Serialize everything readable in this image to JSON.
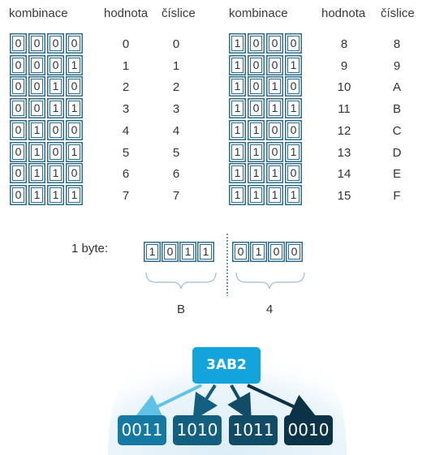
{
  "table": {
    "left": {
      "headers": {
        "combination": "kombinace",
        "value": "hodnota",
        "digit": "číslice"
      },
      "rows": [
        {
          "bits": [
            "0",
            "0",
            "0",
            "0"
          ],
          "value": "0",
          "digit": "0"
        },
        {
          "bits": [
            "0",
            "0",
            "0",
            "1"
          ],
          "value": "1",
          "digit": "1"
        },
        {
          "bits": [
            "0",
            "0",
            "1",
            "0"
          ],
          "value": "2",
          "digit": "2"
        },
        {
          "bits": [
            "0",
            "0",
            "1",
            "1"
          ],
          "value": "3",
          "digit": "3"
        },
        {
          "bits": [
            "0",
            "1",
            "0",
            "0"
          ],
          "value": "4",
          "digit": "4"
        },
        {
          "bits": [
            "0",
            "1",
            "0",
            "1"
          ],
          "value": "5",
          "digit": "5"
        },
        {
          "bits": [
            "0",
            "1",
            "1",
            "0"
          ],
          "value": "6",
          "digit": "6"
        },
        {
          "bits": [
            "0",
            "1",
            "1",
            "1"
          ],
          "value": "7",
          "digit": "7"
        }
      ]
    },
    "right": {
      "headers": {
        "combination": "kombinace",
        "value": "hodnota",
        "digit": "číslice"
      },
      "rows": [
        {
          "bits": [
            "1",
            "0",
            "0",
            "0"
          ],
          "value": "8",
          "digit": "8"
        },
        {
          "bits": [
            "1",
            "0",
            "0",
            "1"
          ],
          "value": "9",
          "digit": "9"
        },
        {
          "bits": [
            "1",
            "0",
            "1",
            "0"
          ],
          "value": "10",
          "digit": "A"
        },
        {
          "bits": [
            "1",
            "0",
            "1",
            "1"
          ],
          "value": "11",
          "digit": "B"
        },
        {
          "bits": [
            "1",
            "1",
            "0",
            "0"
          ],
          "value": "12",
          "digit": "C"
        },
        {
          "bits": [
            "1",
            "1",
            "0",
            "1"
          ],
          "value": "13",
          "digit": "D"
        },
        {
          "bits": [
            "1",
            "1",
            "1",
            "0"
          ],
          "value": "14",
          "digit": "E"
        },
        {
          "bits": [
            "1",
            "1",
            "1",
            "1"
          ],
          "value": "15",
          "digit": "F"
        }
      ]
    }
  },
  "byte_example": {
    "label": "1 byte:",
    "high_bits": [
      "1",
      "0",
      "1",
      "1"
    ],
    "low_bits": [
      "0",
      "1",
      "0",
      "0"
    ],
    "high_hex": "B",
    "low_hex": "4"
  },
  "hex_example": {
    "hex": "3AB2",
    "nibbles": [
      "0011",
      "1010",
      "1011",
      "0010"
    ]
  },
  "colors": {
    "box_border": "#2d6c8c",
    "hex_main_fill": "#13a4dc",
    "nibble_fills": [
      "#1479a3",
      "#135f7f",
      "#114b66",
      "#0b3348"
    ],
    "arrow_colors": [
      "#5fc3e8",
      "#135f7f",
      "#114b66",
      "#0b3348"
    ],
    "glow": "#dcedf6",
    "divider": "#3e6e8c"
  }
}
